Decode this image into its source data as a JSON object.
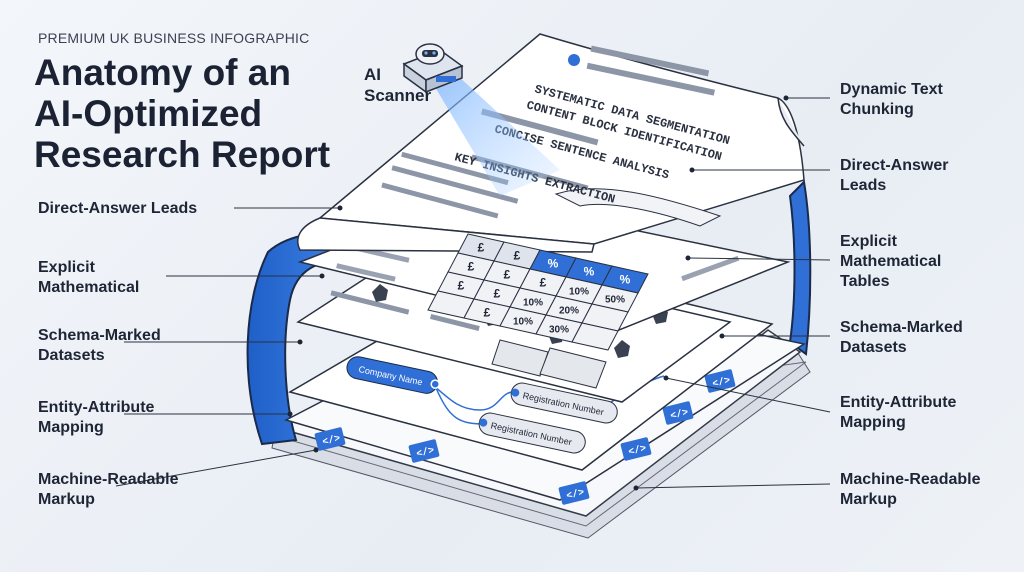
{
  "header": {
    "eyebrow": "PREMIUM UK BUSINESS INFOGRAPHIC",
    "title_line1": "Anatomy of an",
    "title_line2": "AI-Optimized",
    "title_line3": "Research Report"
  },
  "scanner": {
    "label_line1": "AI",
    "label_line2": "Scanner",
    "icon": "robot-scanner-icon"
  },
  "page_text": {
    "line1": "SYSTEMATIC DATA SEGMENTATION",
    "line2": "CONTENT BLOCK IDENTIFICATION",
    "line3": "CONCISE SENTENCE ANALYSIS",
    "line4": "KEY INSIGHTS EXTRACTION"
  },
  "table": {
    "header": [
      "£",
      "£",
      "%",
      "%",
      "%"
    ],
    "rows": [
      [
        "£",
        "£",
        "£",
        "10%",
        "50%"
      ],
      [
        "£",
        "£",
        "10%",
        "20%",
        ""
      ],
      [
        "",
        "£",
        "10%",
        "30%",
        ""
      ]
    ]
  },
  "entity_nodes": {
    "company": "Company Name",
    "reg1": "Registration Number",
    "reg2": "Registration Number"
  },
  "markup_icon": "</>",
  "left_labels": {
    "l1": "Direct-Answer Leads",
    "l2a": "Explicit",
    "l2b": "Mathematical",
    "l3a": "Schema-Marked",
    "l3b": "Datasets",
    "l4a": "Entity-Attribute",
    "l4b": "Mapping",
    "l5a": "Machine-Readable",
    "l5b": "Markup"
  },
  "right_labels": {
    "r1a": "Dynamic Text",
    "r1b": "Chunking",
    "r2a": "Direct-Answer",
    "r2b": "Leads",
    "r3a": "Explicit",
    "r3b": "Mathematical",
    "r3c": "Tables",
    "r4a": "Schema-Marked",
    "r4b": "Datasets",
    "r5a": "Entity-Attribute",
    "r5b": "Mapping",
    "r6a": "Machine-Readable",
    "r6b": "Markup"
  },
  "colors": {
    "accent": "#2f6fd6",
    "dark": "#1e2535",
    "paper": "#fbfcfe"
  }
}
